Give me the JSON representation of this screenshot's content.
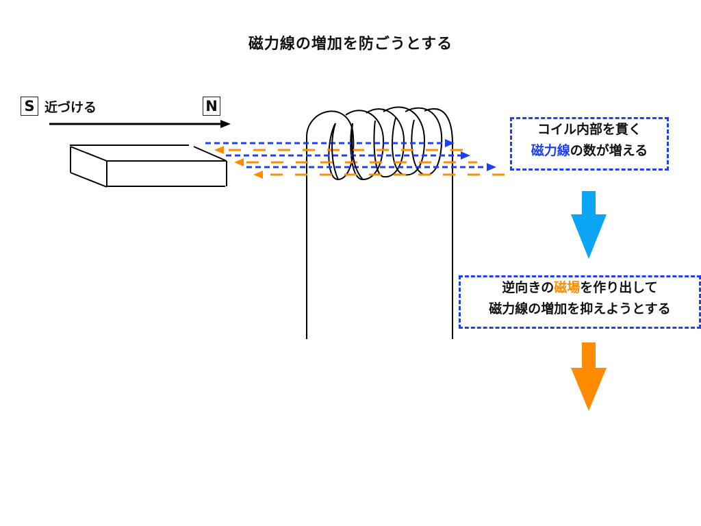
{
  "title": "磁力線の増加を防ごうとする",
  "magnet": {
    "south_label": "S",
    "north_label": "N",
    "action_label": "近づける"
  },
  "step1_box": {
    "line1": "コイル内部を貫く",
    "line2_highlight": "磁力線",
    "line2_rest": "の数が増える"
  },
  "step2_box": {
    "line1_pre": "逆向きの",
    "line1_highlight": "磁場",
    "line1_post": "を作り出して",
    "line2": "磁力線の増加を抑えようとする"
  },
  "colors": {
    "field_lines": "#1f3ff5",
    "induced_field": "#ff8c00",
    "step1_arrow": "#0aa5f5",
    "step2_arrow": "#ff8c00"
  }
}
